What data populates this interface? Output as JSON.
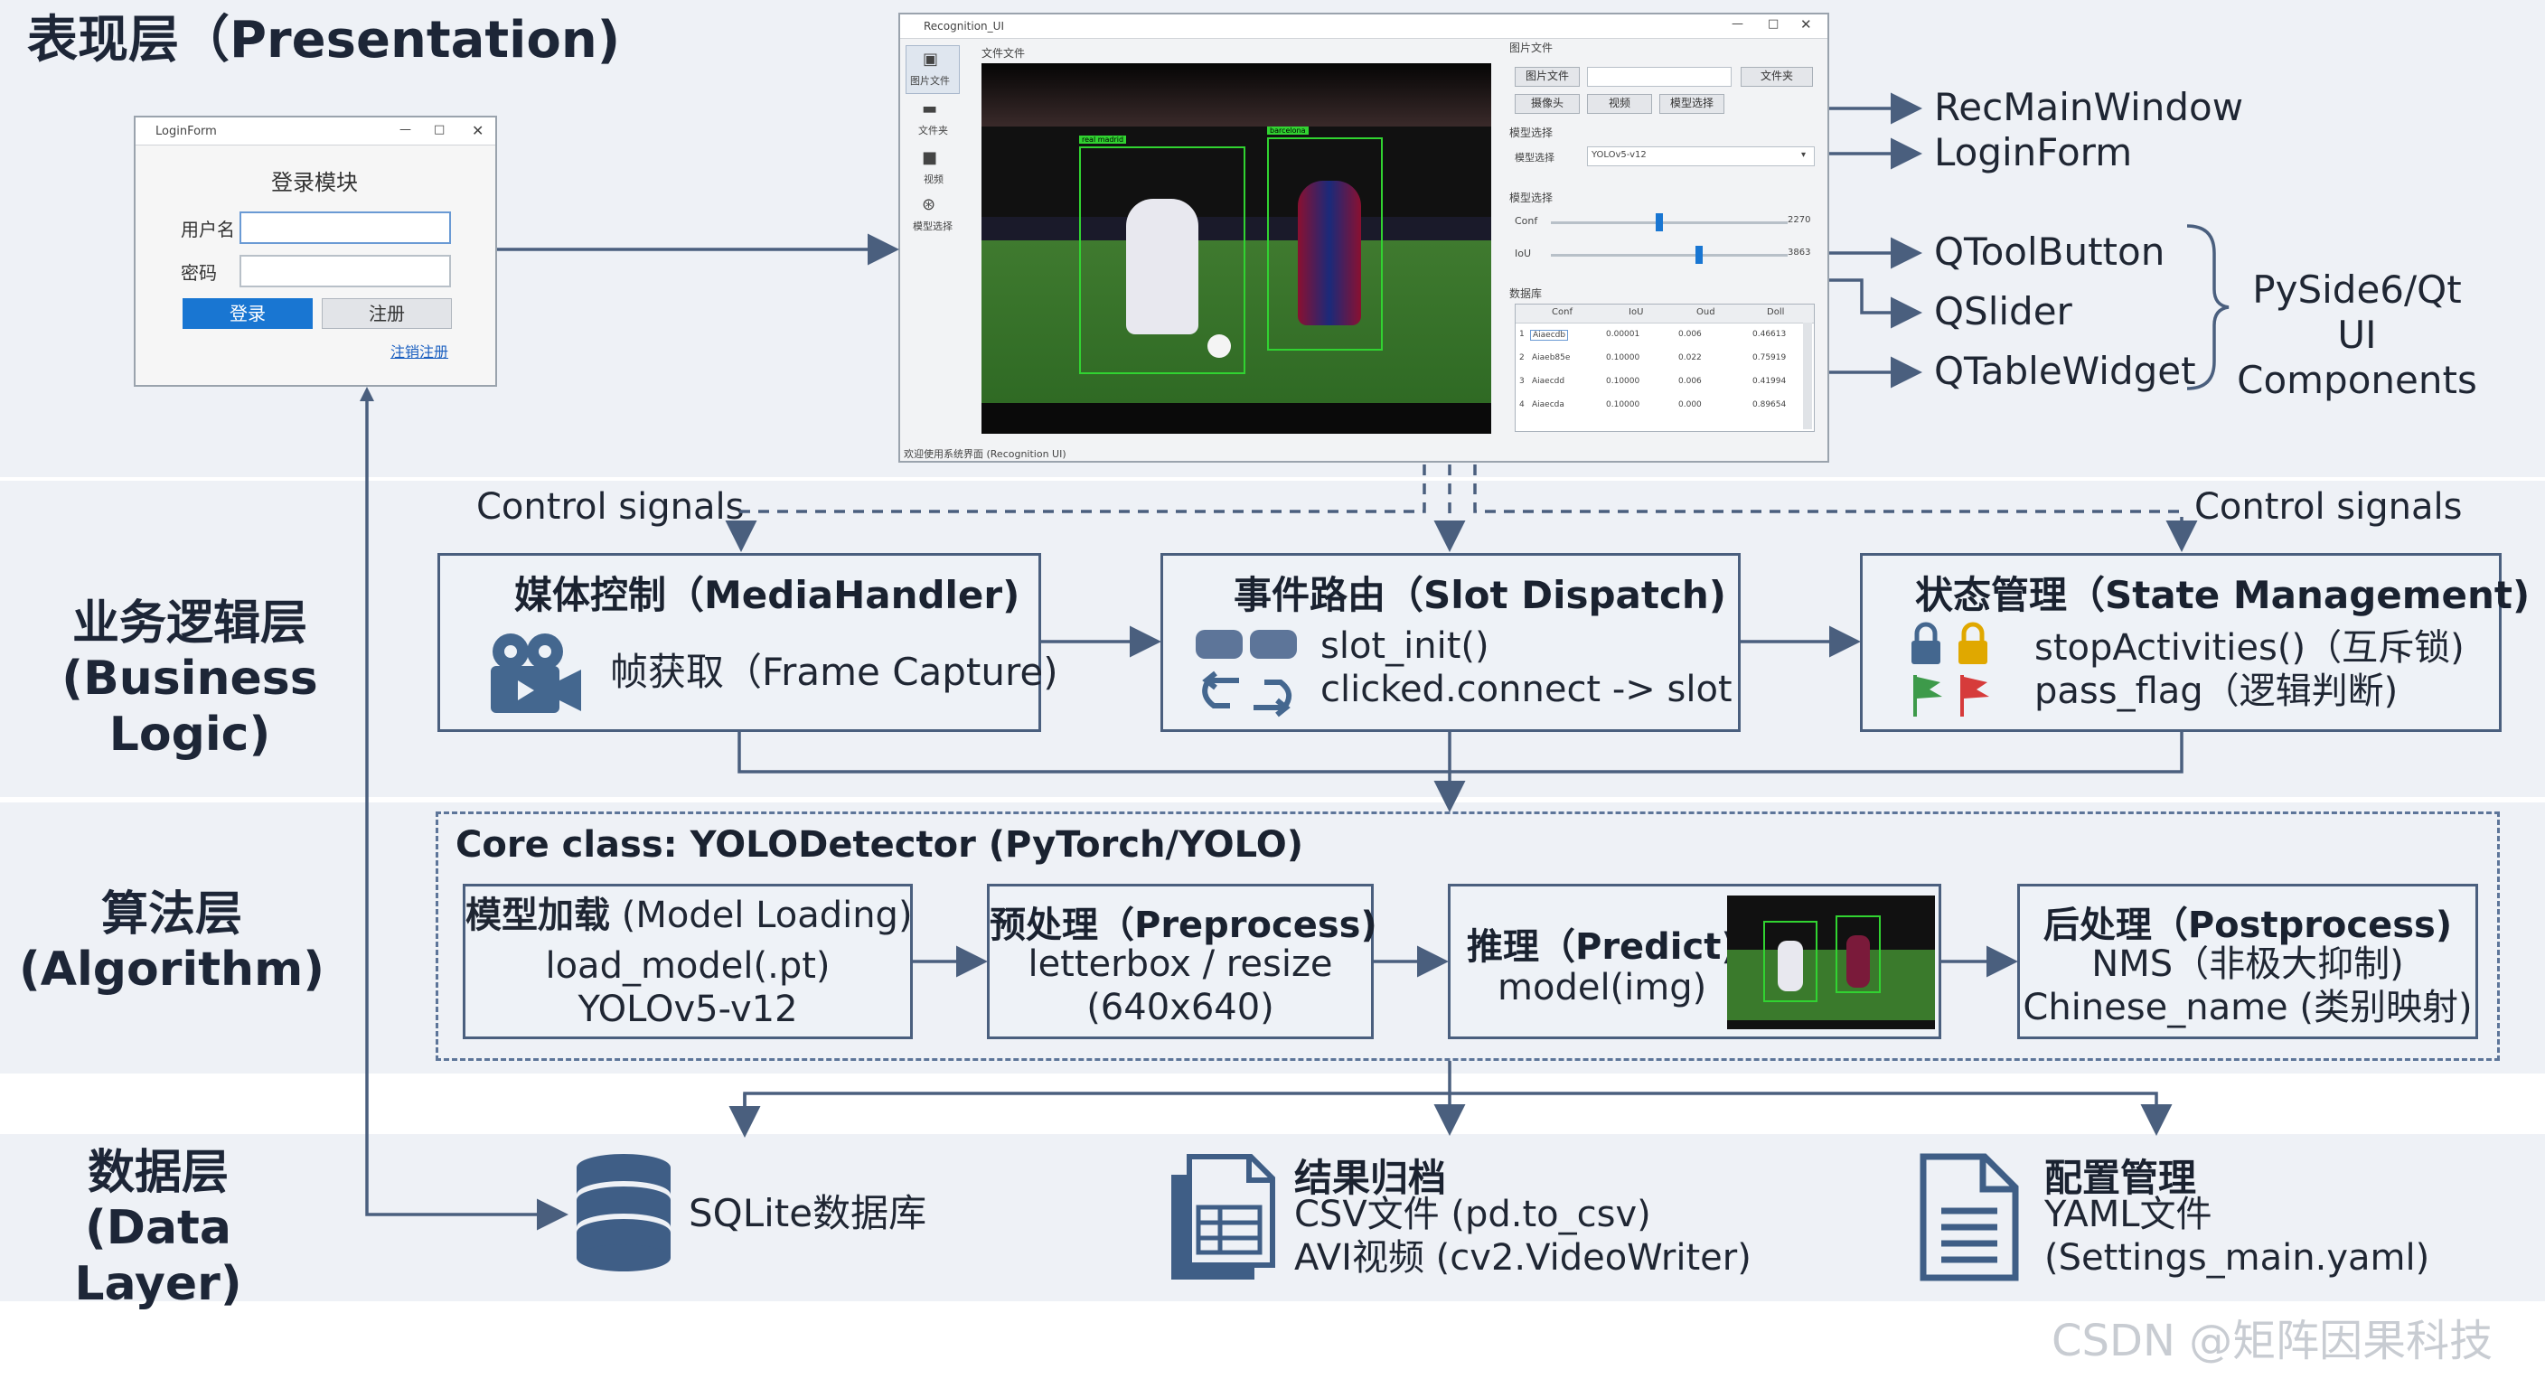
{
  "layers": {
    "presentation": "表现层（Presentation)",
    "business": [
      "业务逻辑层",
      "(Business Logic)"
    ],
    "algorithm": [
      "算法层",
      "(Algorithm)"
    ],
    "data": [
      "数据层",
      "(Data Layer)"
    ]
  },
  "login_window": {
    "title": "LoginForm",
    "heading": "登录模块",
    "username_label": "用户名",
    "password_label": "密码",
    "login_button": "登录",
    "register_button": "注册",
    "logout_link": "注销注册"
  },
  "recognition_window": {
    "title": "Recognition_UI",
    "side_buttons": [
      "图片文件",
      "文件夹",
      "视频",
      "模型选择"
    ],
    "display_label": "文件文件",
    "statusbar": "欢迎使用系统界面 (Recognition UI)",
    "image_section": "图片文件",
    "btn_image": "图片文件",
    "btn_folder": "文件夹",
    "btn_camera": "摄像头",
    "btn_video": "视频",
    "btn_model": "模型选择",
    "model_section": "模型选择",
    "model_label": "模型选择",
    "model_value": "YOLOv5-v12",
    "param_section": "模型选择",
    "conf_label": "Conf",
    "conf_value": "2270",
    "iou_label": "IoU",
    "iou_value": "3863",
    "db_section": "数据库",
    "table_headers": [
      "Conf",
      "IoU",
      "Oud",
      "Doll"
    ],
    "table_rows": [
      [
        "1",
        "Aiaecdb",
        "0.00001",
        "0.006",
        "0.46613"
      ],
      [
        "2",
        "Aiaeb85e",
        "0.10000",
        "0.022",
        "0.75919"
      ],
      [
        "3",
        "Aiaecdd",
        "0.10000",
        "0.006",
        "0.41994"
      ],
      [
        "4",
        "Aiaecda",
        "0.10000",
        "0.000",
        "0.89654"
      ]
    ],
    "detections": [
      "real madrid",
      "barcelona"
    ]
  },
  "components": {
    "rec_main": "RecMainWindow",
    "login_form": "LoginForm",
    "tool_button": "QToolButton",
    "slider": "QSlider",
    "table_widget": "QTableWidget",
    "group_label": [
      "PySide6/Qt UI",
      "Components"
    ]
  },
  "control_signals_left": "Control signals",
  "control_signals_right": "Control signals",
  "media_handler": {
    "title": "媒体控制（MediaHandler)",
    "text": "帧获取（Frame Capture)"
  },
  "slot_dispatch": {
    "title": "事件路由（Slot Dispatch)",
    "line1": "slot_init()",
    "line2": "clicked.connect -> slot"
  },
  "state_management": {
    "title": "状态管理（State Management)",
    "line1": "stopActivities()（互斥锁)",
    "line2": "pass_flag（逻辑判断)"
  },
  "core_class": "Core class: YOLODetector (PyTorch/YOLO)",
  "model_loading": {
    "title_cn": "模型加载",
    "title_en": " (Model Loading)",
    "line1": "load_model(.pt)",
    "line2": "YOLOv5-v12"
  },
  "preprocess": {
    "title": "预处理（Preprocess)",
    "line1": "letterbox / resize",
    "line2": "(640x640)"
  },
  "predict": {
    "title": "推理（Predict)",
    "line1": "model(img)"
  },
  "postprocess": {
    "title": "后处理（Postprocess)",
    "line1": "NMS（非极大抑制)",
    "line2": "Chinese_name (类别映射)"
  },
  "sqlite": "SQLite数据库",
  "archive": {
    "title": "结果归档",
    "line1": "CSV文件 (pd.to_csv)",
    "line2": "AVI视频 (cv2.VideoWriter)"
  },
  "config": {
    "title": "配置管理",
    "line1": "YAML文件",
    "line2": "(Settings_main.yaml)"
  },
  "watermark": "CSDN @矩阵因果科技",
  "colors": {
    "frame": "#4a5f7e",
    "band": "#eef1f6",
    "accent_blue": "#1976d2",
    "lock": "#e0a800",
    "flag_green": "#3d9a4a",
    "flag_red": "#d63b3b"
  }
}
